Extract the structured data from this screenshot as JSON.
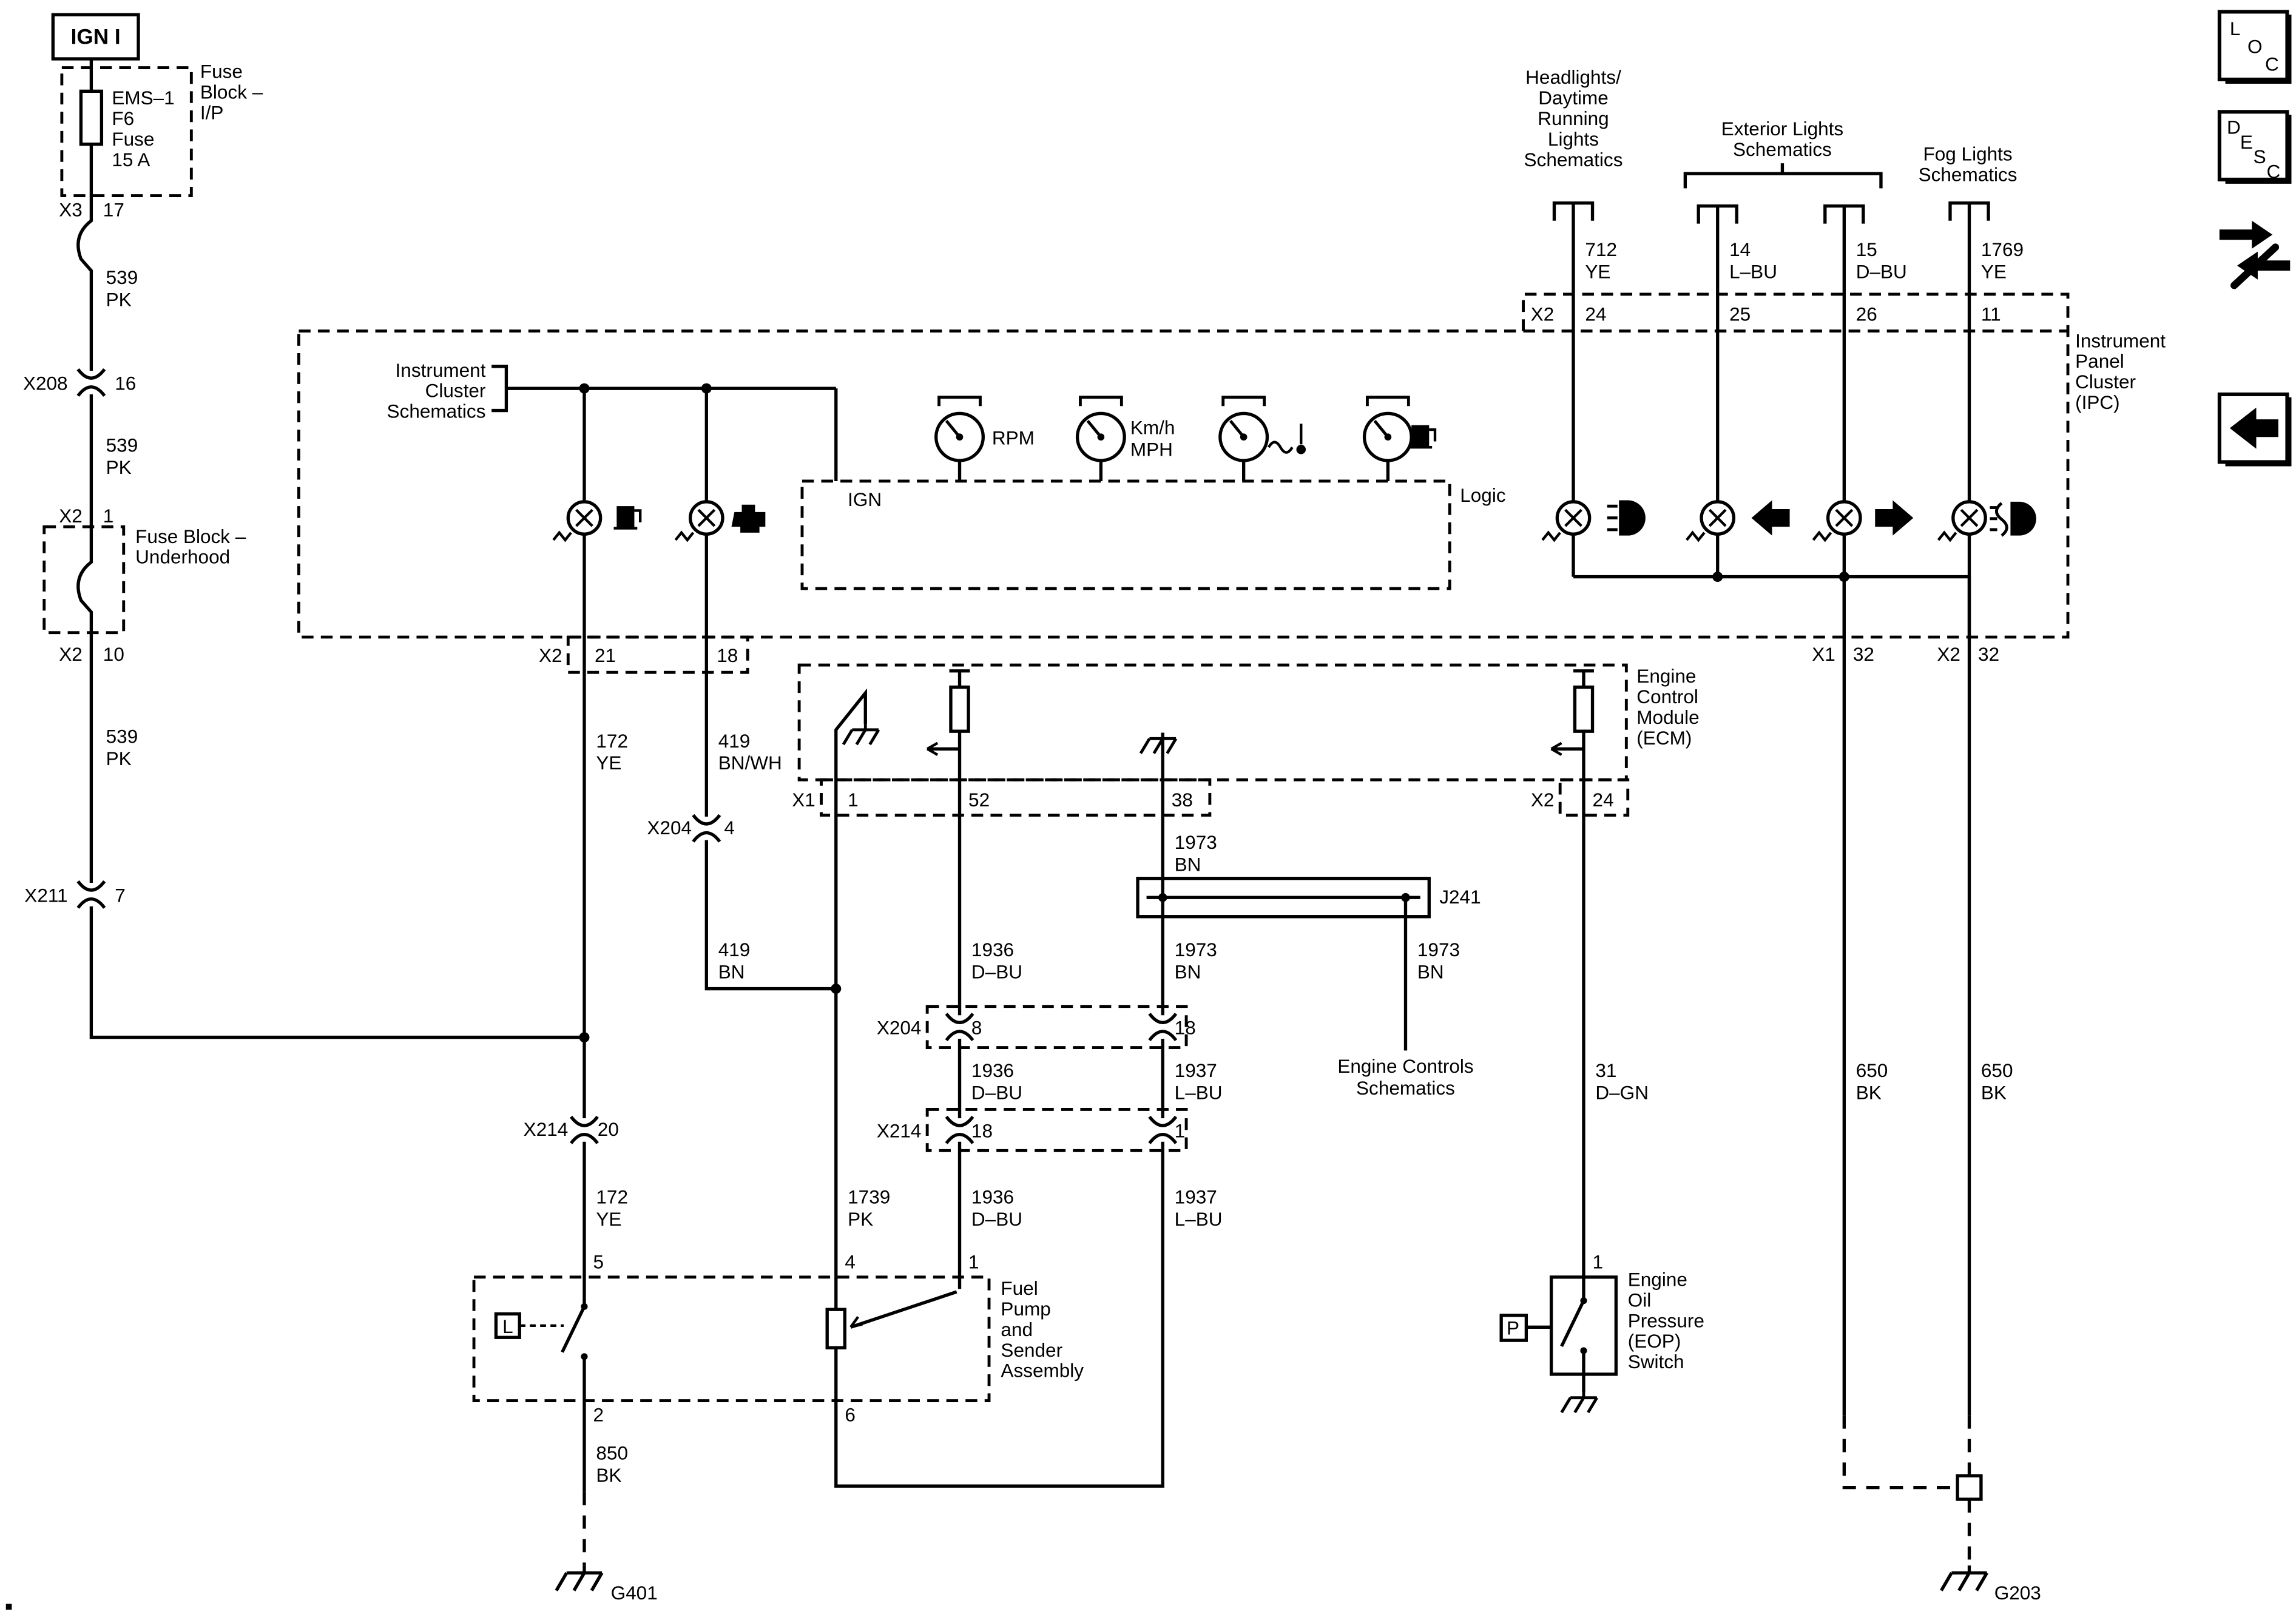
{
  "palette": {
    "ink": "#000000",
    "paper": "#ffffff"
  },
  "left": {
    "ign": "IGN I",
    "fuse_ip": {
      "title": [
        "Fuse",
        "Block –",
        "I/P"
      ],
      "fuse": [
        "EMS–1",
        "F6",
        "Fuse",
        "15 A"
      ],
      "conn": "X3",
      "pin": "17"
    },
    "w539_1": {
      "n": "539",
      "c": "PK"
    },
    "x208": {
      "conn": "X208",
      "pin": "16"
    },
    "w539_2": {
      "n": "539",
      "c": "PK"
    },
    "x2_in": {
      "conn": "X2",
      "pin": "1"
    },
    "fuse_uh": {
      "title": [
        "Fuse Block –",
        "Underhood"
      ]
    },
    "x2_out": {
      "conn": "X2",
      "pin": "10"
    },
    "w539_3": {
      "n": "539",
      "c": "PK"
    },
    "x211": {
      "conn": "X211",
      "pin": "7"
    }
  },
  "headers": {
    "headlights": [
      "Headlights/",
      "Daytime",
      "Running",
      "Lights",
      "Schematics"
    ],
    "exterior": [
      "Exterior Lights",
      "Schematics"
    ],
    "fog": [
      "Fog Lights",
      "Schematics"
    ]
  },
  "top_wires": {
    "w712": {
      "n": "712",
      "c": "YE"
    },
    "w14": {
      "n": "14",
      "c": "L–BU"
    },
    "w15": {
      "n": "15",
      "c": "D–BU"
    },
    "w1769": {
      "n": "1769",
      "c": "YE"
    }
  },
  "ipc": {
    "title": [
      "Instrument",
      "Panel",
      "Cluster",
      "(IPC)"
    ],
    "cluster": [
      "Instrument",
      "Cluster",
      "Schematics"
    ],
    "ign": "IGN",
    "logic": "Logic",
    "rpm": "RPM",
    "kmh": "Km/h",
    "mph": "MPH",
    "top": {
      "conn": "X2",
      "p1": "24",
      "p2": "25",
      "p3": "26",
      "p4": "11"
    },
    "bottom_left": {
      "conn": "X2",
      "p1": "21",
      "p2": "18"
    },
    "bottom_right": {
      "c1": "X1",
      "p1": "32",
      "c2": "X2",
      "p2": "32"
    }
  },
  "ecm": {
    "title": [
      "Engine",
      "Control",
      "Module",
      "(ECM)"
    ],
    "x1": {
      "conn": "X1",
      "p1": "1",
      "p2": "52",
      "p3": "38"
    },
    "x2": {
      "conn": "X2",
      "p1": "24"
    }
  },
  "wires": {
    "w172a": {
      "n": "172",
      "c": "YE"
    },
    "w419a": {
      "n": "419",
      "c": "BN/WH"
    },
    "w419b": {
      "n": "419",
      "c": "BN"
    },
    "w1936a": {
      "n": "1936",
      "c": "D–BU"
    },
    "w1936b": {
      "n": "1936",
      "c": "D–BU"
    },
    "w1936c": {
      "n": "1936",
      "c": "D–BU"
    },
    "w1973a": {
      "n": "1973",
      "c": "BN"
    },
    "w1973b": {
      "n": "1973",
      "c": "BN"
    },
    "w1973c": {
      "n": "1973",
      "c": "BN"
    },
    "w1937a": {
      "n": "1937",
      "c": "L–BU"
    },
    "w1937b": {
      "n": "1937",
      "c": "L–BU"
    },
    "w172b": {
      "n": "172",
      "c": "YE"
    },
    "w1739": {
      "n": "1739",
      "c": "PK"
    },
    "w850": {
      "n": "850",
      "c": "BK"
    },
    "w650a": {
      "n": "650",
      "c": "BK"
    },
    "w650b": {
      "n": "650",
      "c": "BK"
    },
    "w31": {
      "n": "31",
      "c": "D–GN"
    }
  },
  "connectors": {
    "x204_4": {
      "conn": "X204",
      "pin": "4"
    },
    "x204_row": {
      "conn": "X204",
      "p1": "8",
      "p2": "18"
    },
    "x214_20": {
      "conn": "X214",
      "pin": "20"
    },
    "x214_row": {
      "conn": "X214",
      "p1": "18",
      "p2": "1"
    },
    "j241": "J241"
  },
  "engine_controls": [
    "Engine Controls",
    "Schematics"
  ],
  "fuel_pump": {
    "title": [
      "Fuel",
      "Pump",
      "and",
      "Sender",
      "Assembly"
    ],
    "p5": "5",
    "p4": "4",
    "p1": "1",
    "p2": "2",
    "p6": "6",
    "level": "L"
  },
  "eop": {
    "title": [
      "Engine",
      "Oil",
      "Pressure",
      "(EOP)",
      "Switch"
    ],
    "pin": "1",
    "p": "P"
  },
  "grounds": {
    "g401": "G401",
    "g203": "G203"
  },
  "nav": {
    "loc": [
      "L",
      "O",
      "C"
    ],
    "desc": [
      "D",
      "E",
      "S",
      "C"
    ]
  }
}
